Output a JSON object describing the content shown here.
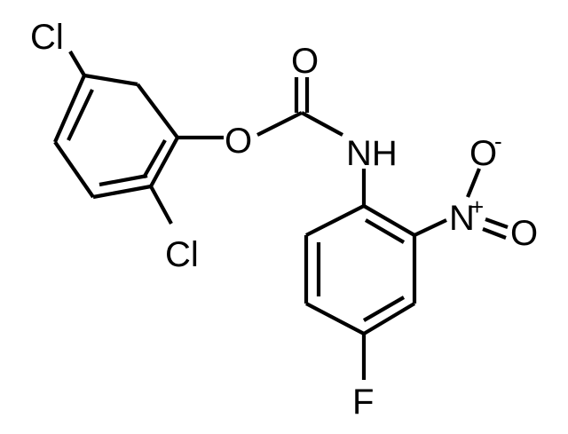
{
  "molecule": {
    "atoms": {
      "cl_top": "Cl",
      "cl_bottom": "Cl",
      "o_ester": "O",
      "o_carbonyl": "O",
      "nh": "NH",
      "n_nitro": "N",
      "o_nitro_minus": "O",
      "o_nitro_double": "O",
      "f": "F"
    },
    "charges": {
      "nitro_n": "+",
      "nitro_o": "-"
    }
  }
}
